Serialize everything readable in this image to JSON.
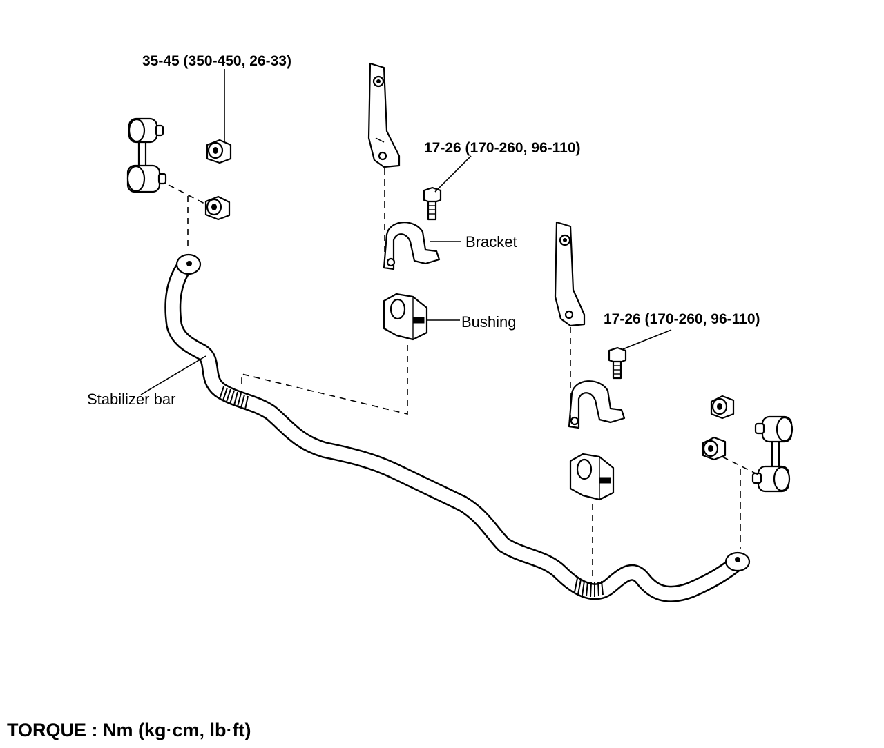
{
  "diagram": {
    "labels": {
      "torque_link_nut": "35-45 (350-450, 26-33)",
      "torque_bracket_bolt_left": "17-26 (170-260, 96-110)",
      "torque_bracket_bolt_right": "17-26 (170-260, 96-110)",
      "bracket": "Bracket",
      "bushing": "Bushing",
      "stabilizer_bar": "Stabilizer bar"
    },
    "footer": {
      "torque_units": "TORQUE : Nm (kg·cm, lb·ft)"
    }
  }
}
